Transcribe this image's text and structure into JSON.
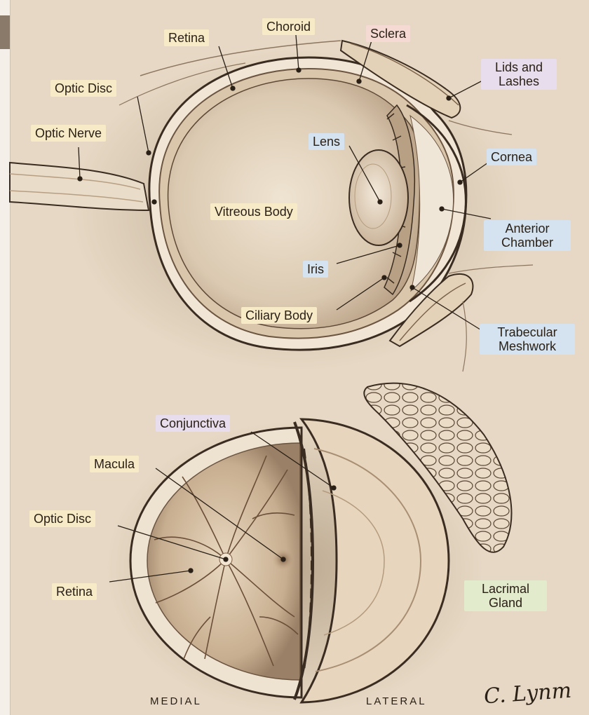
{
  "top_eye": {
    "labels": {
      "retina": "Retina",
      "choroid": "Choroid",
      "sclera": "Sclera",
      "lids_and_lashes": "Lids and Lashes",
      "optic_disc": "Optic Disc",
      "optic_nerve": "Optic Nerve",
      "lens": "Lens",
      "cornea": "Cornea",
      "vitreous_body": "Vitreous Body",
      "anterior_chamber": "Anterior Chamber",
      "iris": "Iris",
      "ciliary_body": "Ciliary Body",
      "trabecular_meshwork": "Trabecular Meshwork"
    }
  },
  "bottom_eye": {
    "labels": {
      "conjunctiva": "Conjunctiva",
      "macula": "Macula",
      "optic_disc": "Optic Disc",
      "retina": "Retina",
      "lacrimal_gland": "Lacrimal Gland"
    },
    "medial": "MEDIAL",
    "lateral": "LATERAL"
  },
  "signature": "C. Lynm",
  "colors": {
    "background": "#e6d8c4",
    "label_yellow": "#f7ebc7",
    "label_pink": "#f5dad4",
    "label_purple": "#e8ddec",
    "label_blue": "#d4e3ef",
    "label_green": "#e2ebcc",
    "tissue_light": "#f4eadb",
    "tissue_shadow": "#a7917a",
    "outline": "#3a2c20"
  }
}
